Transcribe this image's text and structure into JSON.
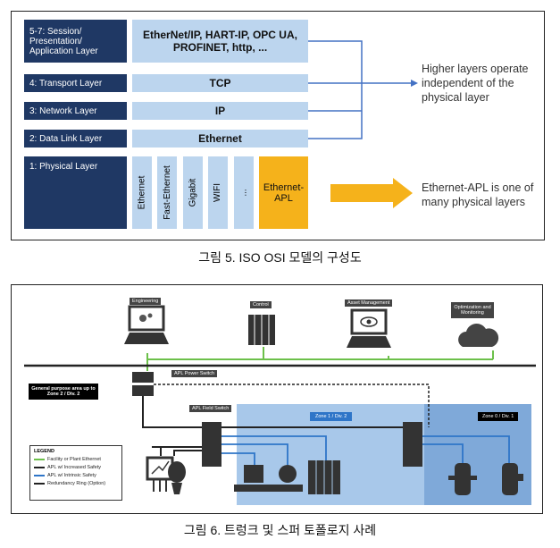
{
  "figure1": {
    "layers": [
      {
        "name": "5-7:  Session/ Presentation/ Application Layer",
        "protocol": "EtherNet/IP,  HART-IP, OPC UA, PROFINET, http, ..."
      },
      {
        "name": "4:   Transport Layer",
        "protocol": "TCP"
      },
      {
        "name": "3:   Network Layer",
        "protocol": "IP"
      },
      {
        "name": "2:   Data Link Layer",
        "protocol": "Ethernet"
      },
      {
        "name": "1:   Physical Layer"
      }
    ],
    "physical": [
      "Ethernet",
      "Fast-Ethernet",
      "Gigabit",
      "WIFI",
      "..."
    ],
    "apl": "Ethernet-APL",
    "note_higher": "Higher layers operate independent of the physical layer",
    "note_apl": "Ethernet-APL is one of many physical layers",
    "colors": {
      "navy": "#1f3864",
      "lightblue": "#bcd5ee",
      "orange": "#f5b21b",
      "arrow": "#4472c4"
    }
  },
  "caption1": "그림 5. ISO OSI 모델의 구성도",
  "figure2": {
    "top": [
      "Engineering",
      "Control",
      "Asset Management",
      "Optimization and Monitoring"
    ],
    "power_switch": "APL Power Switch",
    "general_area": "General purpose area up to Zone 2 / Div. 2",
    "field_switch": "APL Field Switch",
    "zone1": "Zone 1 / Div. 2",
    "zone0": "Zone 0 / Div. 1",
    "legend": {
      "title": "LEGEND",
      "items": [
        "Facility or Plant Ethernet",
        "APL w/ Increased Safety",
        "APL w/ Intrinsic Safety",
        "Redundancy Ring (Option)"
      ]
    },
    "colors": {
      "green": "#6cc04a",
      "blue": "#2e75c8",
      "zone1": "#a8c8ea",
      "zone0": "#7fa9d9"
    }
  },
  "caption2": "그림 6. 트렁크 및 스퍼 토폴로지 사례"
}
